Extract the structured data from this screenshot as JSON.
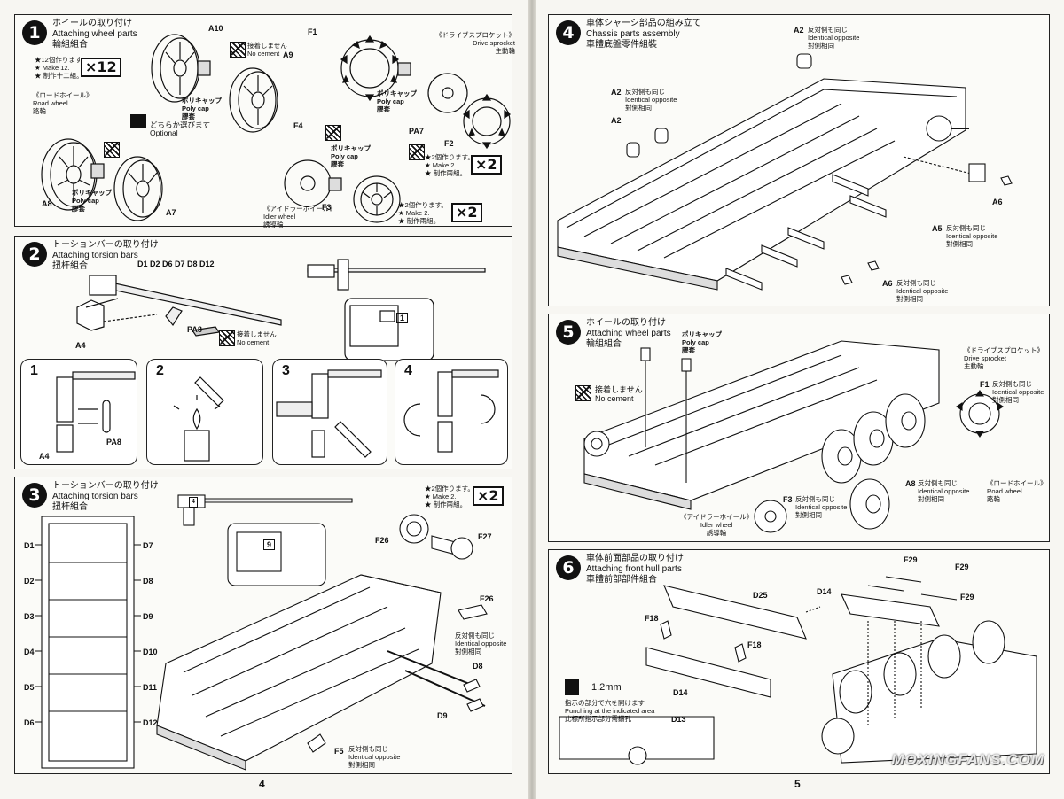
{
  "pages": {
    "left_number": "4",
    "right_number": "5"
  },
  "step1": {
    "number": "1",
    "title_jp": "ホイールの取り付け",
    "title_en": "Attaching wheel parts",
    "title_cn": "輪組組合",
    "make_jp": "★12個作ります。",
    "make_en": "★ Make 12.",
    "make_cn": "★ 制作十二組。",
    "mult_a": "×12",
    "road_wheel_jp": "《ロードホイール》",
    "road_wheel_en": "Road wheel",
    "road_wheel_cn": "路輪",
    "polycap_jp": "ポリキャップ",
    "polycap_en": "Poly cap",
    "polycap_cn": "膠套",
    "nocement_jp": "接着しません",
    "nocement_en": "No cement",
    "optional_jp": "どちらか選びます",
    "optional_en": "Optional",
    "parts": [
      "A10",
      "A9",
      "A8",
      "A7",
      "F1",
      "F2",
      "F3",
      "F4",
      "PA7"
    ],
    "sprocket_jp": "《ドライブスプロケット》",
    "sprocket_en": "Drive sprocket",
    "sprocket_cn": "主動輪",
    "make2_jp": "★2個作ります。",
    "make2_en": "★ Make 2.",
    "make2_cn": "★ 制作兩組。",
    "mult_b": "×2",
    "idler_jp": "《アイドラーホイール》",
    "idler_en": "Idler wheel",
    "idler_cn": "誘導輪",
    "mult_c": "×2"
  },
  "step2": {
    "number": "2",
    "title_jp": "トーションバーの取り付け",
    "title_en": "Attaching torsion bars",
    "title_cn": "扭杆組合",
    "parts_line": "D1  D2  D6  D7  D8  D12",
    "a4": "A4",
    "pa8": "PA8",
    "nocement_jp": "接着しません",
    "nocement_en": "No cement",
    "box_label": "1",
    "subs": [
      "1",
      "2",
      "3",
      "4"
    ]
  },
  "step3": {
    "number": "3",
    "title_jp": "トーションバーの取り付け",
    "title_en": "Attaching torsion bars",
    "title_cn": "扭杆組合",
    "make2_jp": "★2個作ります。",
    "make2_en": "★ Make 2.",
    "make2_cn": "★ 制作兩組。",
    "mult": "×2",
    "rows_left": [
      "D1",
      "D2",
      "D3",
      "D4",
      "D5",
      "D6"
    ],
    "rows_right": [
      "D7",
      "D8",
      "D9",
      "D10",
      "D11",
      "D12"
    ],
    "box_a": "4",
    "box_b": "9",
    "f26": "F26",
    "f27": "F27",
    "f26b": "F26",
    "opp_jp": "反対側も同じ",
    "opp_en": "Identical opposite",
    "opp_cn": "對側相同",
    "d8": "D8",
    "d9": "D9",
    "f5": "F5"
  },
  "step4": {
    "number": "4",
    "title_jp": "車体シャーシ部品の組み立て",
    "title_en": "Chassis parts assembly",
    "title_cn": "車體底盤零件組裝",
    "a2_top": "A2",
    "a2_mid": "A2",
    "a2_low": "A2",
    "a5": "A5",
    "a6a": "A6",
    "a6b": "A6",
    "opp_jp": "反対側も同じ",
    "opp_en": "Identical opposite",
    "opp_cn": "對側相同"
  },
  "step5": {
    "number": "5",
    "title_jp": "ホイールの取り付け",
    "title_en": "Attaching wheel parts",
    "title_cn": "輪組組合",
    "polycap_jp": "ポリキャップ",
    "polycap_en": "Poly cap",
    "polycap_cn": "膠套",
    "nocement_jp": "接着しません",
    "nocement_en": "No cement",
    "sprocket_jp": "《ドライブスプロケット》",
    "sprocket_en": "Drive sprocket",
    "sprocket_cn": "主動輪",
    "f1": "F1",
    "a8": "A8",
    "f3": "F3",
    "road_jp": "《ロードホイール》",
    "road_en": "Road wheel",
    "road_cn": "路輪",
    "idler_jp": "《アイドラーホイール》",
    "idler_en": "Idler wheel",
    "idler_cn": "誘導輪",
    "opp_jp": "反対側も同じ",
    "opp_en": "Identical opposite",
    "opp_cn": "對側相同"
  },
  "step6": {
    "number": "6",
    "title_jp": "車体前面部品の取り付け",
    "title_en": "Attaching front hull parts",
    "title_cn": "車體前部部件組合",
    "d25": "D25",
    "f18a": "F18",
    "f18b": "F18",
    "d14a": "D14",
    "d14b": "D14",
    "d13": "D13",
    "f29a": "F29",
    "f29b": "F29",
    "f29c": "F29",
    "drill": "1.2mm",
    "punch_jp": "指示の部分で穴を開けます",
    "punch_en": "Punching at the indicated area",
    "punch_cn": "此標所指示部分需鑽孔"
  },
  "watermark": "MOXINGFANS.COM"
}
